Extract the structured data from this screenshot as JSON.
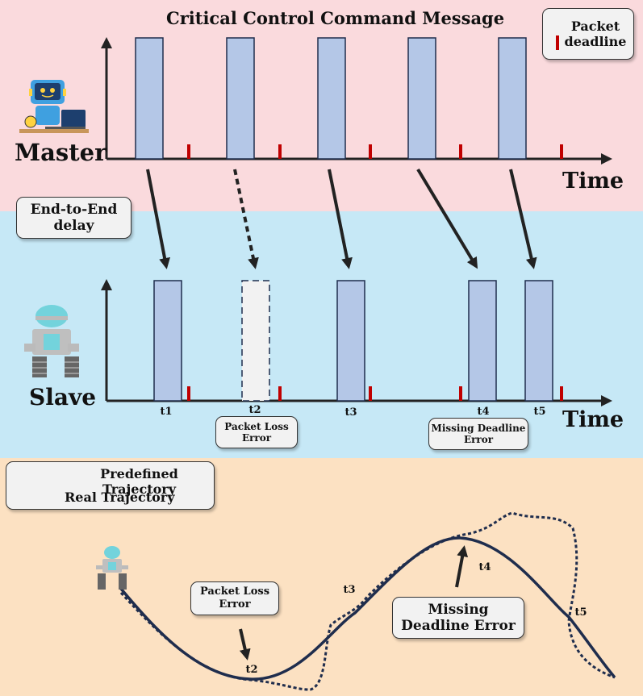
{
  "title": "Critical Control Command Message",
  "legend_deadline": "Packet deadline",
  "master_label": "Master",
  "slave_label": "Slave",
  "time_label": "Time",
  "delay_label": "End-to-End delay",
  "time_marks": [
    "t1",
    "t2",
    "t3",
    "t4",
    "t5"
  ],
  "slave_errors": {
    "packet_loss": "Packet Loss Error",
    "missing_deadline": "Missing Deadline Error"
  },
  "trajectory_legend": {
    "predefined": "Predefined Trajectory",
    "real": "Real Trajectory"
  },
  "trajectory_errors": {
    "packet_loss": "Packet Loss Error",
    "missing_deadline": "Missing Deadline Error"
  },
  "colors": {
    "master_bg": "#fadadd",
    "slave_bg": "#c6e8f6",
    "trajectory_bg": "#fce1c2",
    "packet_fill": "#b4c7e7",
    "packet_stroke": "#1f2d4d",
    "lost_packet_fill": "#f2f2f2",
    "deadline_mark": "#c00000",
    "trajectory_line": "#1f2d4d"
  },
  "icons": {
    "master": "robot-at-laptop-icon",
    "slave": "mobile-robot-icon",
    "trajectory_robot": "mobile-robot-icon"
  }
}
